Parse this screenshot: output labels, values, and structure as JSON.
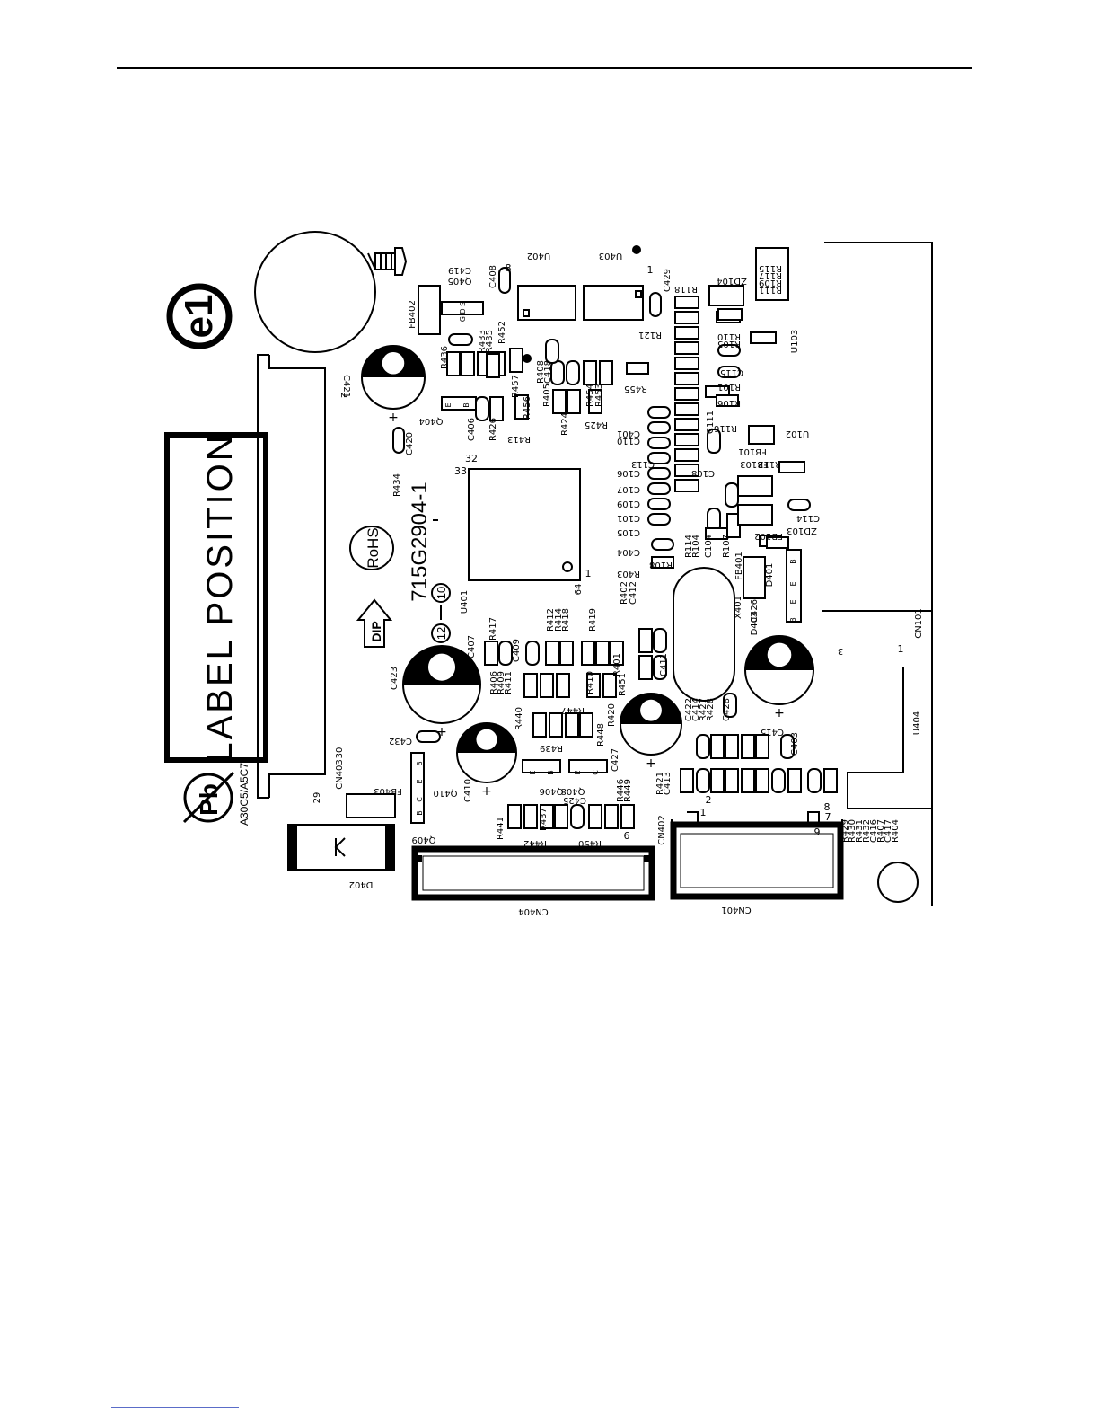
{
  "page": {
    "board": {
      "marks": {
        "e1": "e1",
        "label_position": "LABEL POSITION",
        "rohs": "RoHS",
        "dip": "DIP",
        "pcb_number": "715G2904-1",
        "rev_a": "12",
        "rev_b": "10",
        "pb": "Pb",
        "model_code": "A30C5/A5C7"
      },
      "parts_rotated": [
        {
          "text": "U402",
          "a": 180
        },
        {
          "text": "U403",
          "a": 180
        },
        {
          "text": "C419",
          "a": 180
        },
        {
          "text": "Q405",
          "a": 180
        },
        {
          "text": "C408",
          "a": -90
        },
        {
          "text": "C429",
          "a": -90
        },
        {
          "text": "ZD104",
          "a": 180
        },
        {
          "text": "R115",
          "a": 180
        },
        {
          "text": "R117",
          "a": 180
        },
        {
          "text": "R109",
          "a": 180
        },
        {
          "text": "R111",
          "a": 180
        },
        {
          "text": "FB402",
          "a": -90
        },
        {
          "text": "R118",
          "a": 180
        },
        {
          "text": "R433",
          "a": -90
        },
        {
          "text": "R435",
          "a": -90
        },
        {
          "text": "R452",
          "a": -90
        },
        {
          "text": "R121",
          "a": 180
        },
        {
          "text": "R105",
          "a": 180
        },
        {
          "text": "R110",
          "a": 180
        },
        {
          "text": "U103",
          "a": -90
        },
        {
          "text": "R436",
          "a": -90
        },
        {
          "text": "R408",
          "a": -90
        },
        {
          "text": "C418",
          "a": -90
        },
        {
          "text": "R457",
          "a": -90
        },
        {
          "text": "R455",
          "a": 180
        },
        {
          "text": "C115",
          "a": 180
        },
        {
          "text": "C421",
          "a": 90
        },
        {
          "text": "R456",
          "a": -90
        },
        {
          "text": "R405",
          "a": -90
        },
        {
          "text": "R454",
          "a": -90
        },
        {
          "text": "R453",
          "a": -90
        },
        {
          "text": "R101",
          "a": 180
        },
        {
          "text": "R106",
          "a": 180
        },
        {
          "text": "C406",
          "a": -90
        },
        {
          "text": "R426",
          "a": -90
        },
        {
          "text": "R424",
          "a": -90
        },
        {
          "text": "R425",
          "a": 180
        },
        {
          "text": "C111",
          "a": -90
        },
        {
          "text": "R116",
          "a": 180
        },
        {
          "text": "Q404",
          "a": 180
        },
        {
          "text": "R413",
          "a": 180
        },
        {
          "text": "C401",
          "a": 180
        },
        {
          "text": "U102",
          "a": 180
        },
        {
          "text": "C420",
          "a": -90
        },
        {
          "text": "C110",
          "a": 180
        },
        {
          "text": "FB101",
          "a": 180
        },
        {
          "text": "C113",
          "a": 180
        },
        {
          "text": "FB103",
          "a": 180
        },
        {
          "text": "R112",
          "a": 180
        },
        {
          "text": "R434",
          "a": -90
        },
        {
          "text": "C108",
          "a": 180
        },
        {
          "text": "C106",
          "a": 180
        },
        {
          "text": "C107",
          "a": 180
        },
        {
          "text": "C109",
          "a": 180
        },
        {
          "text": "C101",
          "a": 180
        },
        {
          "text": "C114",
          "a": 180
        },
        {
          "text": "ZD103",
          "a": 180
        },
        {
          "text": "C105",
          "a": 180
        },
        {
          "text": "FB102",
          "a": 180
        },
        {
          "text": "C104",
          "a": -90
        },
        {
          "text": "R107",
          "a": -90
        },
        {
          "text": "C404",
          "a": 180
        },
        {
          "text": "R114",
          "a": -90
        },
        {
          "text": "R104",
          "a": -90
        },
        {
          "text": "R108",
          "a": 180
        },
        {
          "text": "FB401",
          "a": -90
        },
        {
          "text": "D401",
          "a": -90
        },
        {
          "text": "R403",
          "a": 180
        },
        {
          "text": "U401",
          "a": -90
        },
        {
          "text": "R402",
          "a": -90
        },
        {
          "text": "C412",
          "a": -90
        },
        {
          "text": "X401",
          "a": -90
        },
        {
          "text": "C426",
          "a": -90
        },
        {
          "text": "D403",
          "a": -90
        },
        {
          "text": "CN101",
          "a": -90
        },
        {
          "text": "R417",
          "a": -90
        },
        {
          "text": "R412",
          "a": -90
        },
        {
          "text": "R414",
          "a": -90
        },
        {
          "text": "R418",
          "a": -90
        },
        {
          "text": "R419",
          "a": -90
        },
        {
          "text": "C407",
          "a": -90
        },
        {
          "text": "C409",
          "a": -90
        },
        {
          "text": "R401",
          "a": -90
        },
        {
          "text": "C411",
          "a": -90
        },
        {
          "text": "C423",
          "a": -90
        },
        {
          "text": "R406",
          "a": -90
        },
        {
          "text": "R409",
          "a": -90
        },
        {
          "text": "R411",
          "a": -90
        },
        {
          "text": "R410",
          "a": -90
        },
        {
          "text": "R451",
          "a": -90
        },
        {
          "text": "R447",
          "a": 180
        },
        {
          "text": "R440",
          "a": -90
        },
        {
          "text": "R420",
          "a": -90
        },
        {
          "text": "C422",
          "a": -90
        },
        {
          "text": "C414",
          "a": -90
        },
        {
          "text": "R427",
          "a": -90
        },
        {
          "text": "R428",
          "a": -90
        },
        {
          "text": "C428",
          "a": -90
        },
        {
          "text": "C415",
          "a": 180
        },
        {
          "text": "C403",
          "a": -90
        },
        {
          "text": "U404",
          "a": -90
        },
        {
          "text": "R439",
          "a": 180
        },
        {
          "text": "R448",
          "a": -90
        },
        {
          "text": "C432",
          "a": 180
        },
        {
          "text": "C427",
          "a": -90
        },
        {
          "text": "FB403",
          "a": 180
        },
        {
          "text": "Q406",
          "a": 180
        },
        {
          "text": "Q408",
          "a": 180
        },
        {
          "text": "R446",
          "a": -90
        },
        {
          "text": "R449",
          "a": -90
        },
        {
          "text": "R421",
          "a": -90
        },
        {
          "text": "C413",
          "a": -90
        },
        {
          "text": "CN403",
          "a": -90
        },
        {
          "text": "Q410",
          "a": 180
        },
        {
          "text": "C410",
          "a": -90
        },
        {
          "text": "C425",
          "a": 180
        },
        {
          "text": "R429",
          "a": -90
        },
        {
          "text": "R430",
          "a": -90
        },
        {
          "text": "R431",
          "a": -90
        },
        {
          "text": "R432",
          "a": -90
        },
        {
          "text": "C416",
          "a": -90
        },
        {
          "text": "R407",
          "a": -90
        },
        {
          "text": "C417",
          "a": -90
        },
        {
          "text": "R404",
          "a": -90
        },
        {
          "text": "R441",
          "a": -90
        },
        {
          "text": "R437",
          "a": -90
        },
        {
          "text": "R442",
          "a": 180
        },
        {
          "text": "R450",
          "a": 180
        },
        {
          "text": "CN402",
          "a": -90
        },
        {
          "text": "Q409",
          "a": 180
        },
        {
          "text": "D402",
          "a": 180
        },
        {
          "text": "CN404",
          "a": 180
        },
        {
          "text": "CN401",
          "a": 180
        },
        {
          "text": "30",
          "a": -90
        },
        {
          "text": "29",
          "a": -90
        },
        {
          "text": "2",
          "a": 90
        },
        {
          "text": "64",
          "a": -90
        },
        {
          "text": "3",
          "a": 180
        }
      ],
      "parts_upright": [
        {
          "text": "8"
        },
        {
          "text": "1"
        },
        {
          "text": "33"
        },
        {
          "text": "32"
        },
        {
          "text": "1"
        },
        {
          "text": "1"
        },
        {
          "text": "2"
        },
        {
          "text": "1"
        },
        {
          "text": "8"
        },
        {
          "text": "7"
        },
        {
          "text": "9"
        },
        {
          "text": "6"
        }
      ],
      "pad_marks": [
        {
          "text": "G D S"
        },
        {
          "text": "E"
        },
        {
          "text": "B"
        },
        {
          "text": "E"
        },
        {
          "text": "B"
        },
        {
          "text": "E"
        },
        {
          "text": "C"
        },
        {
          "text": "B"
        },
        {
          "text": "E"
        },
        {
          "text": "C"
        },
        {
          "text": "B"
        },
        {
          "text": "B"
        },
        {
          "text": "B"
        },
        {
          "text": "E"
        },
        {
          "text": "E"
        }
      ]
    }
  }
}
